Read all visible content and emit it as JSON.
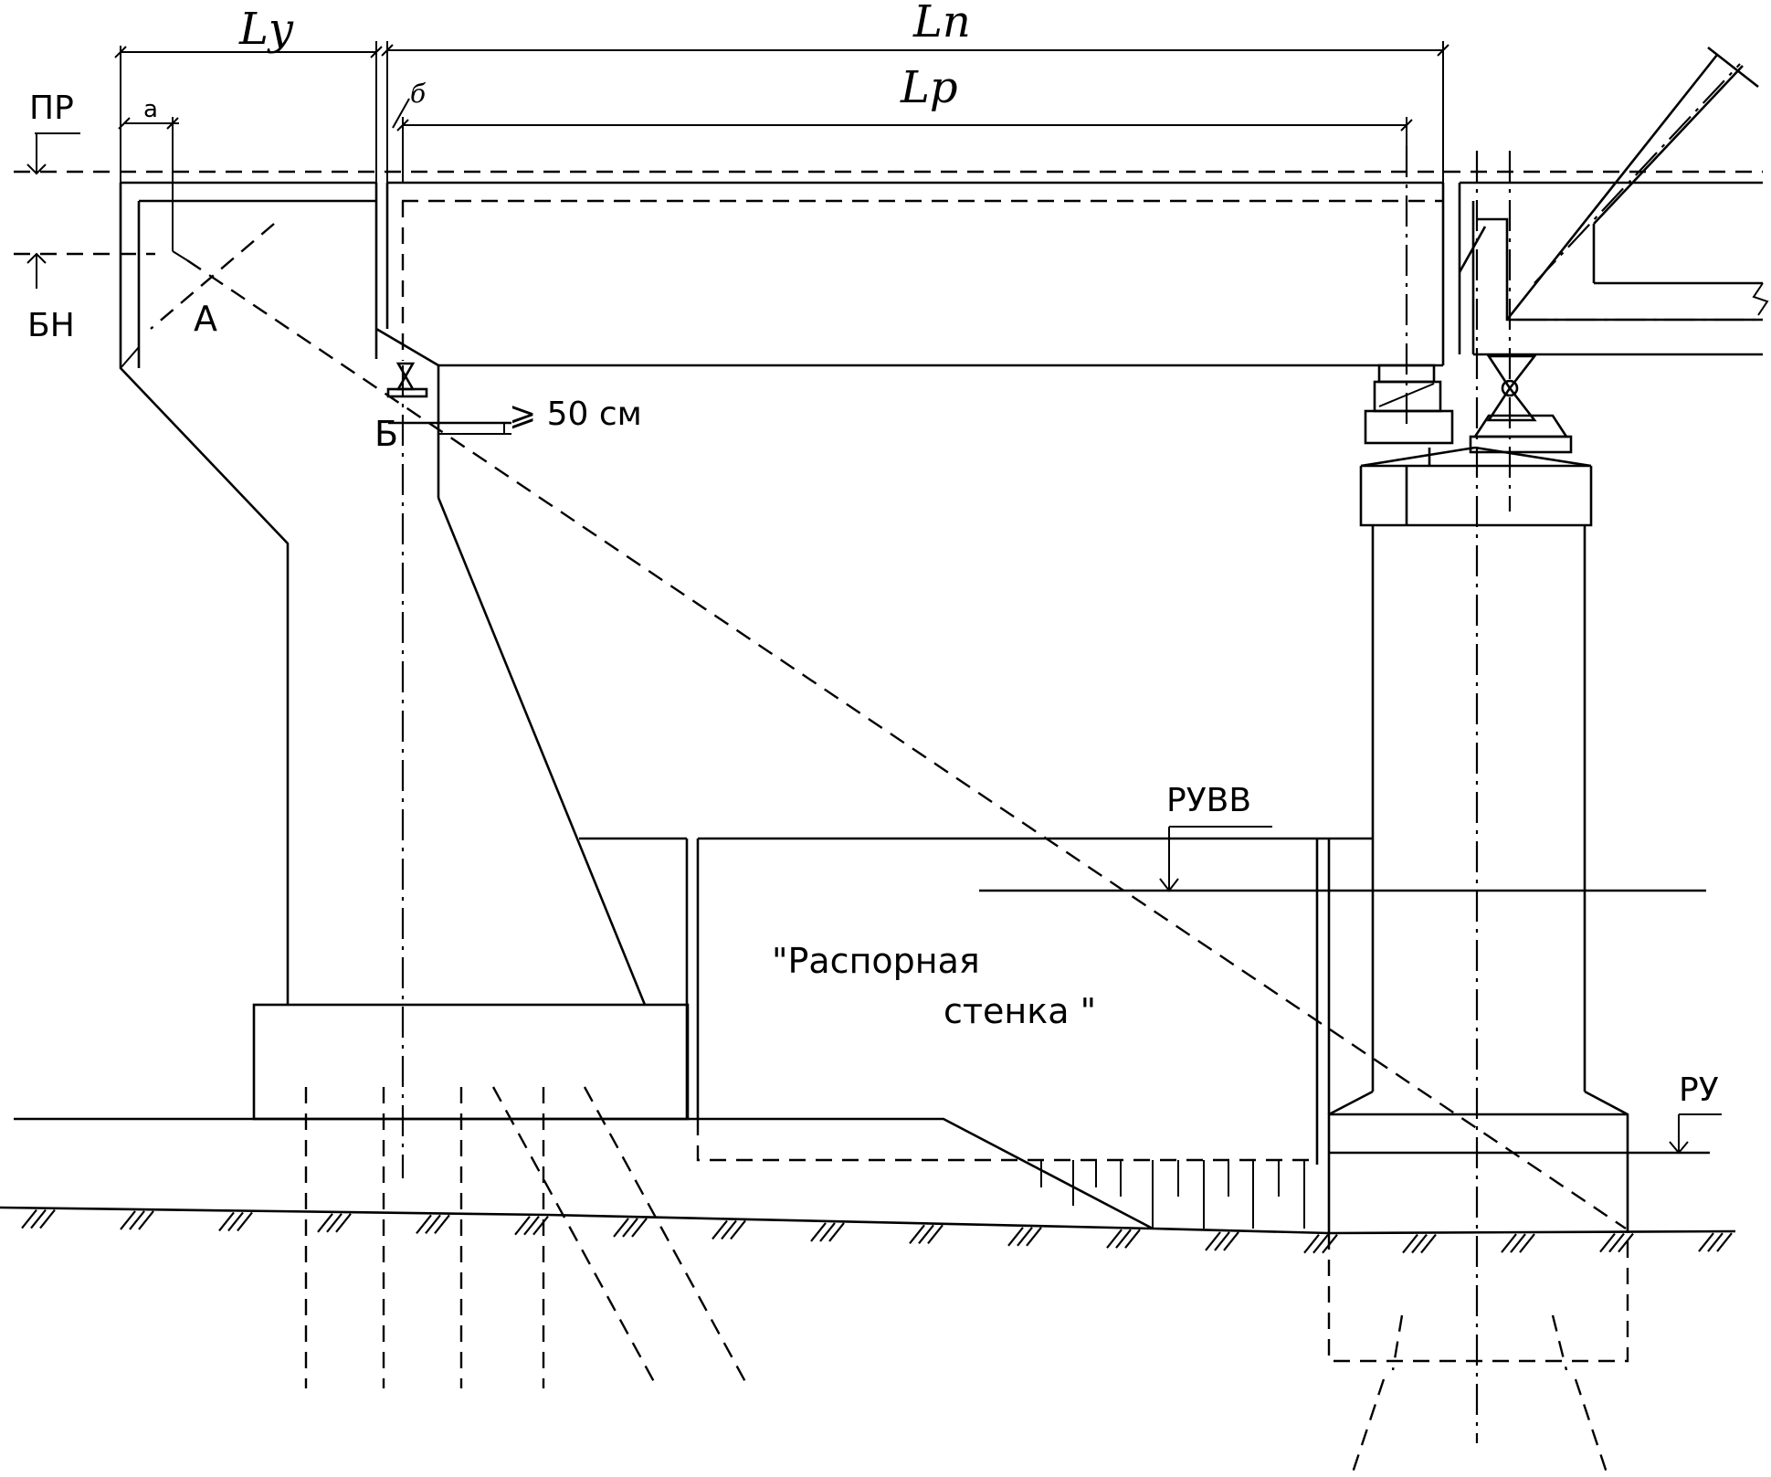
{
  "labels": {
    "ly": "Lу",
    "ln": "Lп",
    "lp": "Lр",
    "a": "а",
    "b": "б",
    "pr": "ПР",
    "bn": "БН",
    "point_a": "А",
    "point_b": "Б",
    "min_clearance": "⩾ 50  см",
    "ruvv": "РУВВ",
    "ru": "РУ",
    "wall_line1": "\"Распорная",
    "wall_line2": "стенка \""
  }
}
